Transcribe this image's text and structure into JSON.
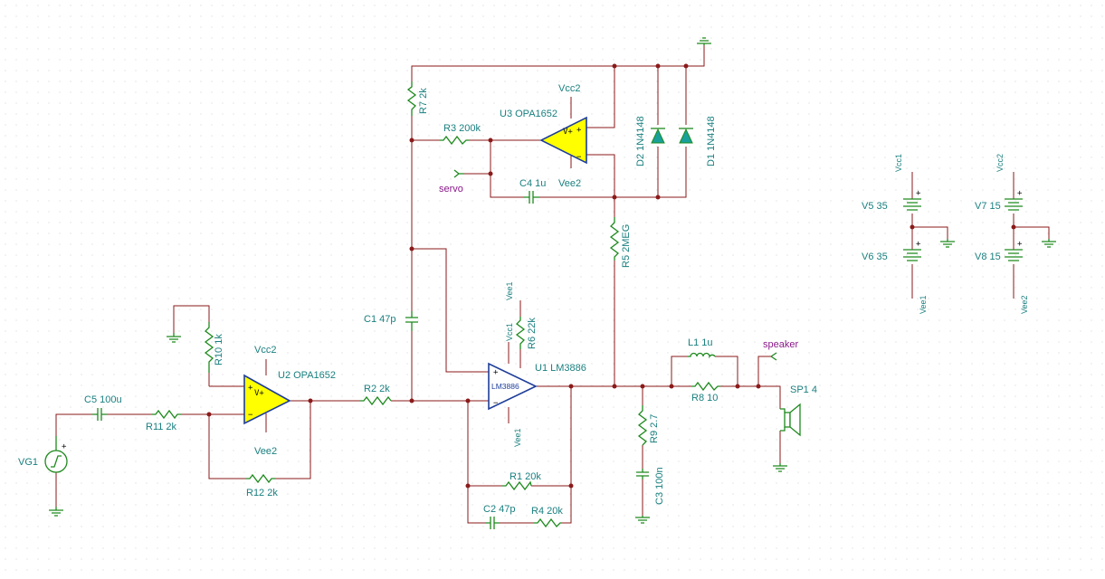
{
  "components": {
    "vg1": "VG1",
    "c5": "C5 100u",
    "r11": "R11 2k",
    "r10": "R10 1k",
    "u2": "U2 OPA1652",
    "r12": "R12 2k",
    "r2": "R2 2k",
    "c1": "C1 47p",
    "r7": "R7 2k",
    "r3": "R3 200k",
    "u3": "U3 OPA1652",
    "c4": "C4 1u",
    "d2": "D2 1N4148",
    "d1": "D1 1N4148",
    "r5": "R5 2MEG",
    "u1": "U1 LM3886",
    "u1_body": "LM3886",
    "r6": "R6 22k",
    "r1": "R1 20k",
    "c2": "C2 47p",
    "r4": "R4 20k",
    "l1": "L1 1u",
    "r8": "R8 10",
    "r9": "R9 2.7",
    "c3": "C3 100n",
    "sp1": "SP1 4",
    "v5": "V5 35",
    "v6": "V6 35",
    "v7": "V7 15",
    "v8": "V8 15"
  },
  "rails": {
    "vcc1": "Vcc1",
    "vee1": "Vee1",
    "vcc2": "Vcc2",
    "vee2": "Vee2"
  },
  "nets": {
    "servo": "servo",
    "speaker": "speaker"
  },
  "opamp_symbol": {
    "supply": "V+",
    "plus": "+",
    "minus": "−"
  },
  "colors": {
    "wire": "#8b1a1a",
    "component": "#1e8a1e",
    "label": "#1a7f7f",
    "net_label": "#8a1a8a",
    "opamp_fill": "#ffff00",
    "opamp_outline": "#1e3e9a"
  }
}
